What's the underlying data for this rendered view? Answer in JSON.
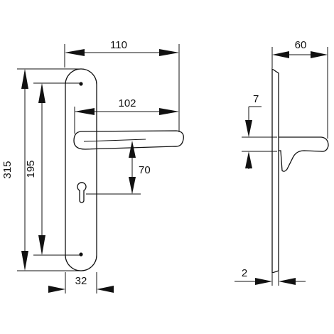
{
  "dimensions": {
    "overall_projection": "110",
    "lever_projection": "102",
    "handle_to_keyhole": "70",
    "plate_height": "315",
    "fixing_centres": "195",
    "plate_width": "32",
    "depth": "60",
    "lever_thickness": "7",
    "plate_thickness": "2"
  }
}
